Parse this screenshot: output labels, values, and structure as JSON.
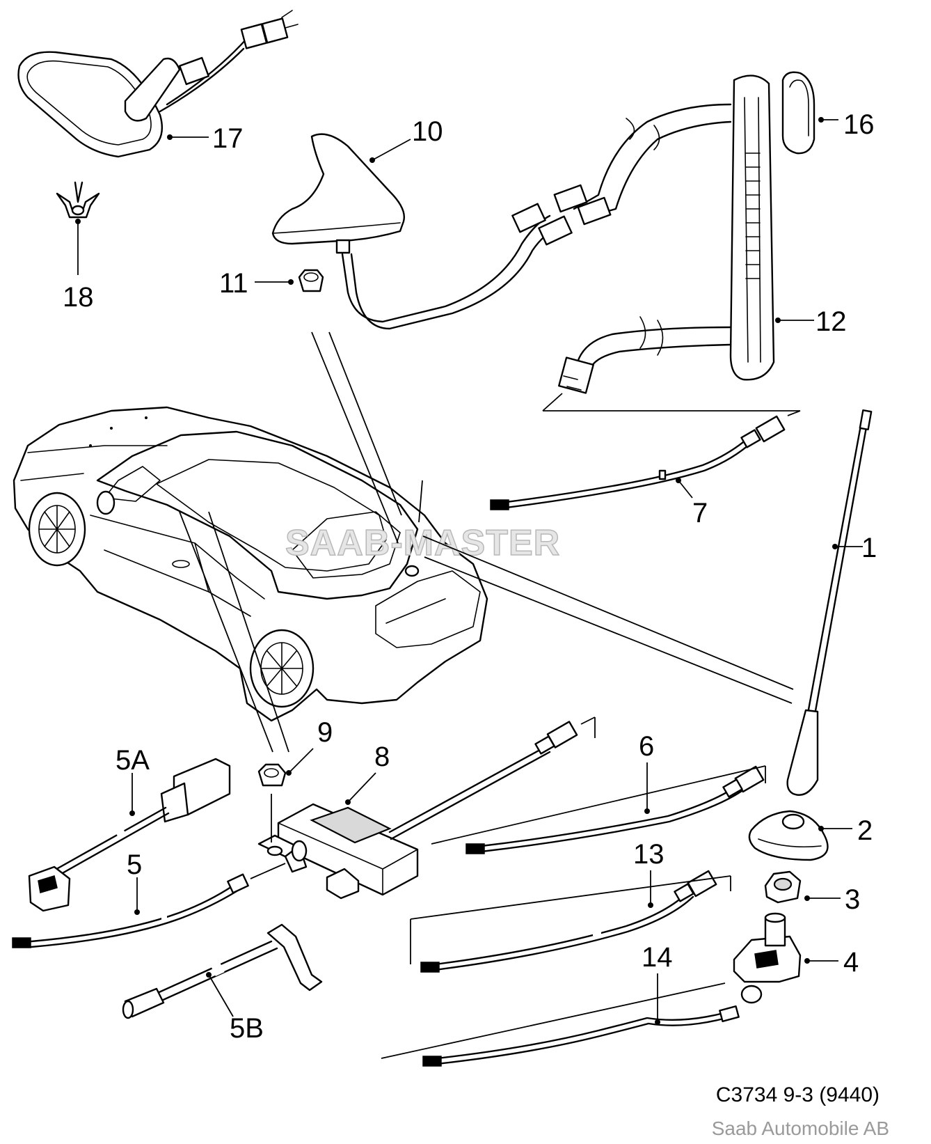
{
  "callouts": {
    "c1": "1",
    "c2": "2",
    "c3": "3",
    "c4": "4",
    "c5": "5",
    "c5a": "5A",
    "c5b": "5B",
    "c6": "6",
    "c7": "7",
    "c8": "8",
    "c9": "9",
    "c10": "10",
    "c11": "11",
    "c12": "12",
    "c13": "13",
    "c14": "14",
    "c16": "16",
    "c17": "17",
    "c18": "18"
  },
  "watermark": "SAAB-MASTER",
  "footer": {
    "code": "C3734 9-3 (9440)",
    "company": "Saab Automobile AB"
  }
}
